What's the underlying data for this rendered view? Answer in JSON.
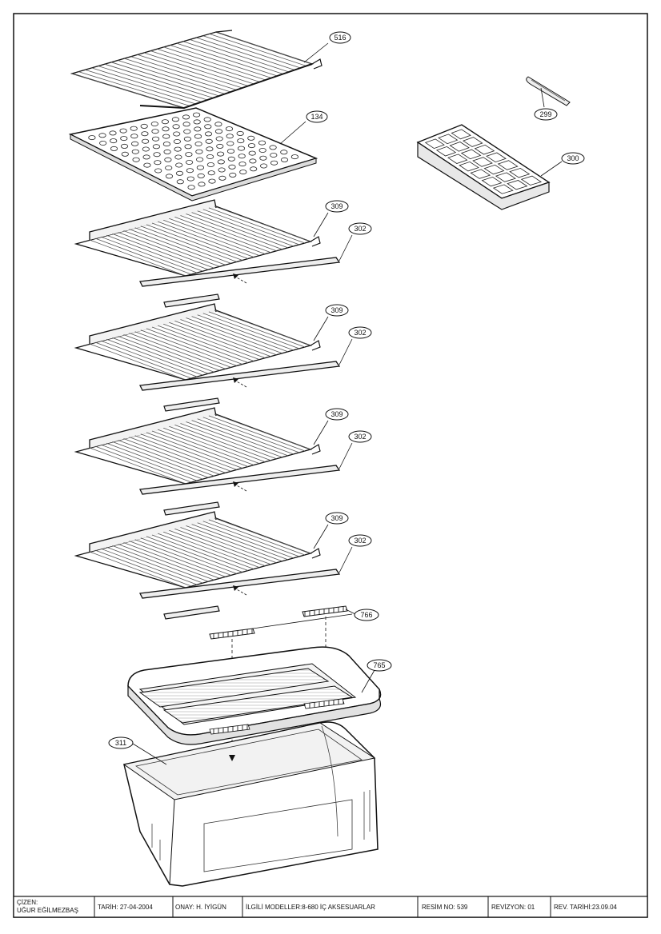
{
  "parts": {
    "p516": "516",
    "p134": "134",
    "p299": "299",
    "p300": "300",
    "shelves": [
      {
        "shelf": "309",
        "strip": "302"
      },
      {
        "shelf": "309",
        "strip": "302"
      },
      {
        "shelf": "309",
        "strip": "302"
      },
      {
        "shelf": "309",
        "strip": "302"
      }
    ],
    "p766": "766",
    "p765": "765",
    "p311": "311"
  },
  "title_block": {
    "drawn_by_label": "ÇİZEN:",
    "drawn_by_name": "UĞUR EĞİLMEZBAŞ",
    "date": "TARİH: 27-04-2004",
    "approved": "ONAY: H. İYİGÜN",
    "models": "İLGİLİ MODELLER:8-680 İÇ AKSESUARLAR",
    "drawing_no": "RESİM NO: 539",
    "revision": "REVİZYON: 01",
    "rev_date": "REV. TARİHİ:23.09.04"
  }
}
